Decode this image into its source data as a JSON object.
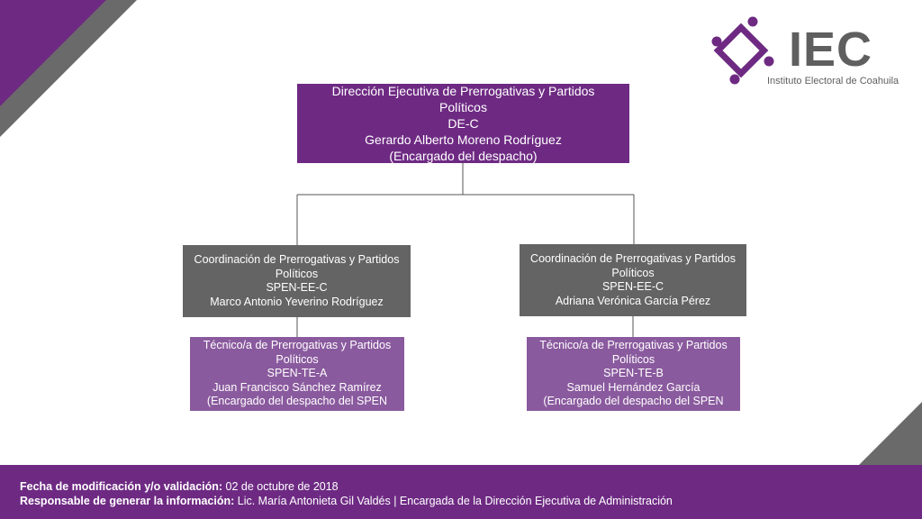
{
  "colors": {
    "purple": "#6e2a83",
    "gray": "#646464",
    "light_purple": "#8a5a9e",
    "logo_gray": "#5f5f5f"
  },
  "logo": {
    "acronym": "IEC",
    "name": "Instituto Electoral de Coahuila",
    "icon": "iec-emblem-icon"
  },
  "org": {
    "director": {
      "title_line1": "Dirección Ejecutiva de Prerrogativas y Partidos",
      "title_line2": "Políticos",
      "code": "DE-C",
      "name": "Gerardo Alberto Moreno Rodríguez",
      "note": "(Encargado del despacho)"
    },
    "coordinations": [
      {
        "title_line1": "Coordinación de Prerrogativas y Partidos",
        "title_line2": "Políticos",
        "code": "SPEN-EE-C",
        "name": "Marco Antonio Yeverino Rodríguez"
      },
      {
        "title_line1": "Coordinación de Prerrogativas y Partidos",
        "title_line2": "Políticos",
        "code": "SPEN-EE-C",
        "name": "Adriana Verónica García Pérez"
      }
    ],
    "technicians": [
      {
        "title_line1": "Técnico/a de Prerrogativas y Partidos",
        "title_line2": "Políticos",
        "code": "SPEN-TE-A",
        "name": "Juan Francisco Sánchez Ramírez",
        "note": "(Encargado del despacho del SPEN"
      },
      {
        "title_line1": "Técnico/a de Prerrogativas y Partidos",
        "title_line2": "Políticos",
        "code": "SPEN-TE-B",
        "name": "Samuel Hernández García",
        "note": "(Encargado del despacho del SPEN"
      }
    ]
  },
  "footer": {
    "date_label": "Fecha de modificación y/o validación:",
    "date_value": " 02 de octubre de 2018",
    "responsible_label": "Responsable de generar la información:",
    "responsible_value": " Lic. María Antonieta Gil Valdés | Encargada de la Dirección Ejecutiva de Administración"
  }
}
